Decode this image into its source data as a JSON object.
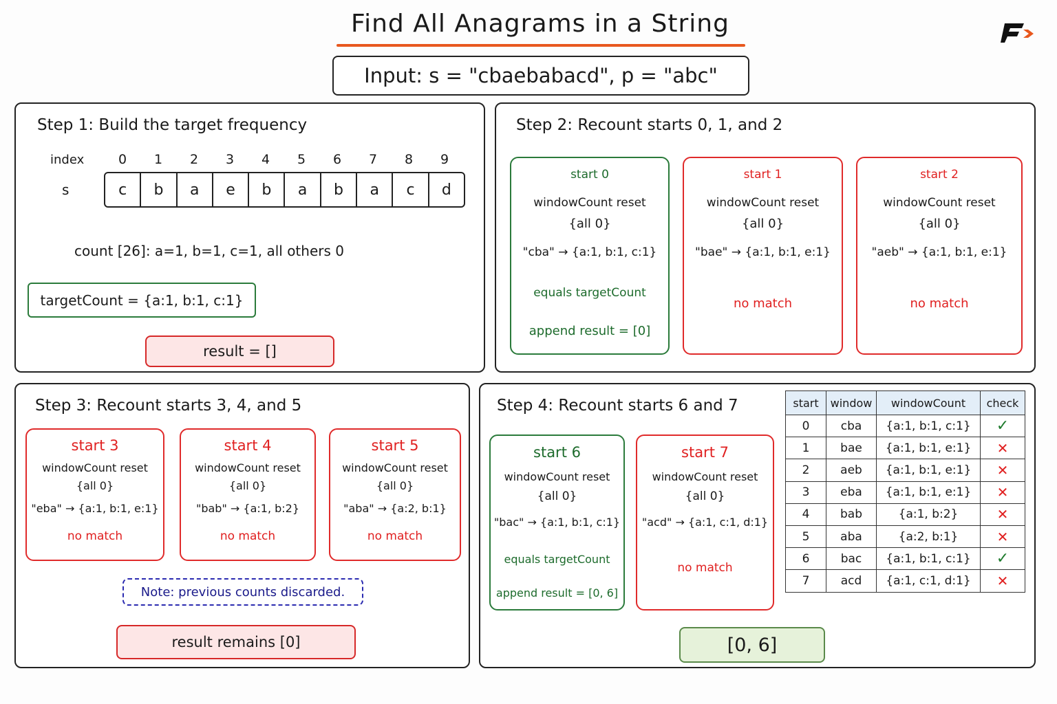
{
  "title": "Find All Anagrams in a String",
  "input_text": "Input:  s  =  \"cbaebabacd\",   p  =  \"abc\"",
  "logo_letter": "F",
  "step1": {
    "title": "Step 1:  Build the target frequency",
    "index_label": "index",
    "s_label": "s",
    "indices": [
      "0",
      "1",
      "2",
      "3",
      "4",
      "5",
      "6",
      "7",
      "8",
      "9"
    ],
    "chars": [
      "c",
      "b",
      "a",
      "e",
      "b",
      "a",
      "b",
      "a",
      "c",
      "d"
    ],
    "count_text": "count [26]:  a=1,  b=1,  c=1,  all  others  0",
    "target_text": "targetCount  =  {a:1,  b:1,  c:1}",
    "result_text": "result  =  []"
  },
  "step2": {
    "title": "Step 2:  Recount starts 0, 1, and 2",
    "cards": [
      {
        "head": "start  0",
        "reset": "windowCount  reset",
        "zero": "{all 0}",
        "window": "\"cba\"  →  {a:1,  b:1,  c:1}",
        "verdict": "equals  targetCount",
        "append": "append  result  =  [0]"
      },
      {
        "head": "start  1",
        "reset": "windowCount  reset",
        "zero": "{all 0}",
        "window": "\"bae\"  →  {a:1,  b:1,  e:1}",
        "verdict": "no  match"
      },
      {
        "head": "start  2",
        "reset": "windowCount  reset",
        "zero": "{all 0}",
        "window": "\"aeb\"  →  {a:1,  b:1,  e:1}",
        "verdict": "no  match"
      }
    ]
  },
  "step3": {
    "title": "Step 3:  Recount starts 3, 4, and 5",
    "cards": [
      {
        "head": "start  3",
        "reset": "windowCount  reset",
        "zero": "{all 0}",
        "window": "\"eba\"  →  {a:1,  b:1,  e:1}",
        "verdict": "no  match"
      },
      {
        "head": "start  4",
        "reset": "windowCount  reset",
        "zero": "{all 0}",
        "window": "\"bab\"  →  {a:1,  b:2}",
        "verdict": "no  match"
      },
      {
        "head": "start  5",
        "reset": "windowCount  reset",
        "zero": "{all 0}",
        "window": "\"aba\"  →  {a:2,  b:1}",
        "verdict": "no  match"
      }
    ],
    "note": "Note:  previous  counts  discarded.",
    "result_text": "result  remains  [0]"
  },
  "step4": {
    "title": "Step 4:  Recount starts 6 and 7",
    "cards": [
      {
        "head": "start  6",
        "reset": "windowCount  reset",
        "zero": "{all 0}",
        "window": "\"bac\"  →  {a:1,  b:1,  c:1}",
        "verdict": "equals  targetCount",
        "append": "append  result  =  [0,  6]"
      },
      {
        "head": "start  7",
        "reset": "windowCount  reset",
        "zero": "{all 0}",
        "window": "\"acd\"  →  {a:1,  c:1,  d:1}",
        "verdict": "no  match"
      }
    ],
    "final": "[0,  6]"
  },
  "table": {
    "headers": [
      "start",
      "window",
      "windowCount",
      "check"
    ],
    "rows": [
      {
        "start": "0",
        "window": "cba",
        "count": "{a:1,  b:1,  c:1}",
        "check": "✓"
      },
      {
        "start": "1",
        "window": "bae",
        "count": "{a:1,  b:1,  e:1}",
        "check": "✕"
      },
      {
        "start": "2",
        "window": "aeb",
        "count": "{a:1,  b:1,  e:1}",
        "check": "✕"
      },
      {
        "start": "3",
        "window": "eba",
        "count": "{a:1,  b:1,  e:1}",
        "check": "✕"
      },
      {
        "start": "4",
        "window": "bab",
        "count": "{a:1,  b:2}",
        "check": "✕"
      },
      {
        "start": "5",
        "window": "aba",
        "count": "{a:2,  b:1}",
        "check": "✕"
      },
      {
        "start": "6",
        "window": "bac",
        "count": "{a:1,  b:1,  c:1}",
        "check": "✓"
      },
      {
        "start": "7",
        "window": "acd",
        "count": "{a:1,  c:1,  d:1}",
        "check": "✕"
      }
    ]
  },
  "colors": {
    "accent": "#e8581e",
    "match": "#1d6b2c",
    "nomatch": "#e02020",
    "note": "#1a1a8a"
  }
}
